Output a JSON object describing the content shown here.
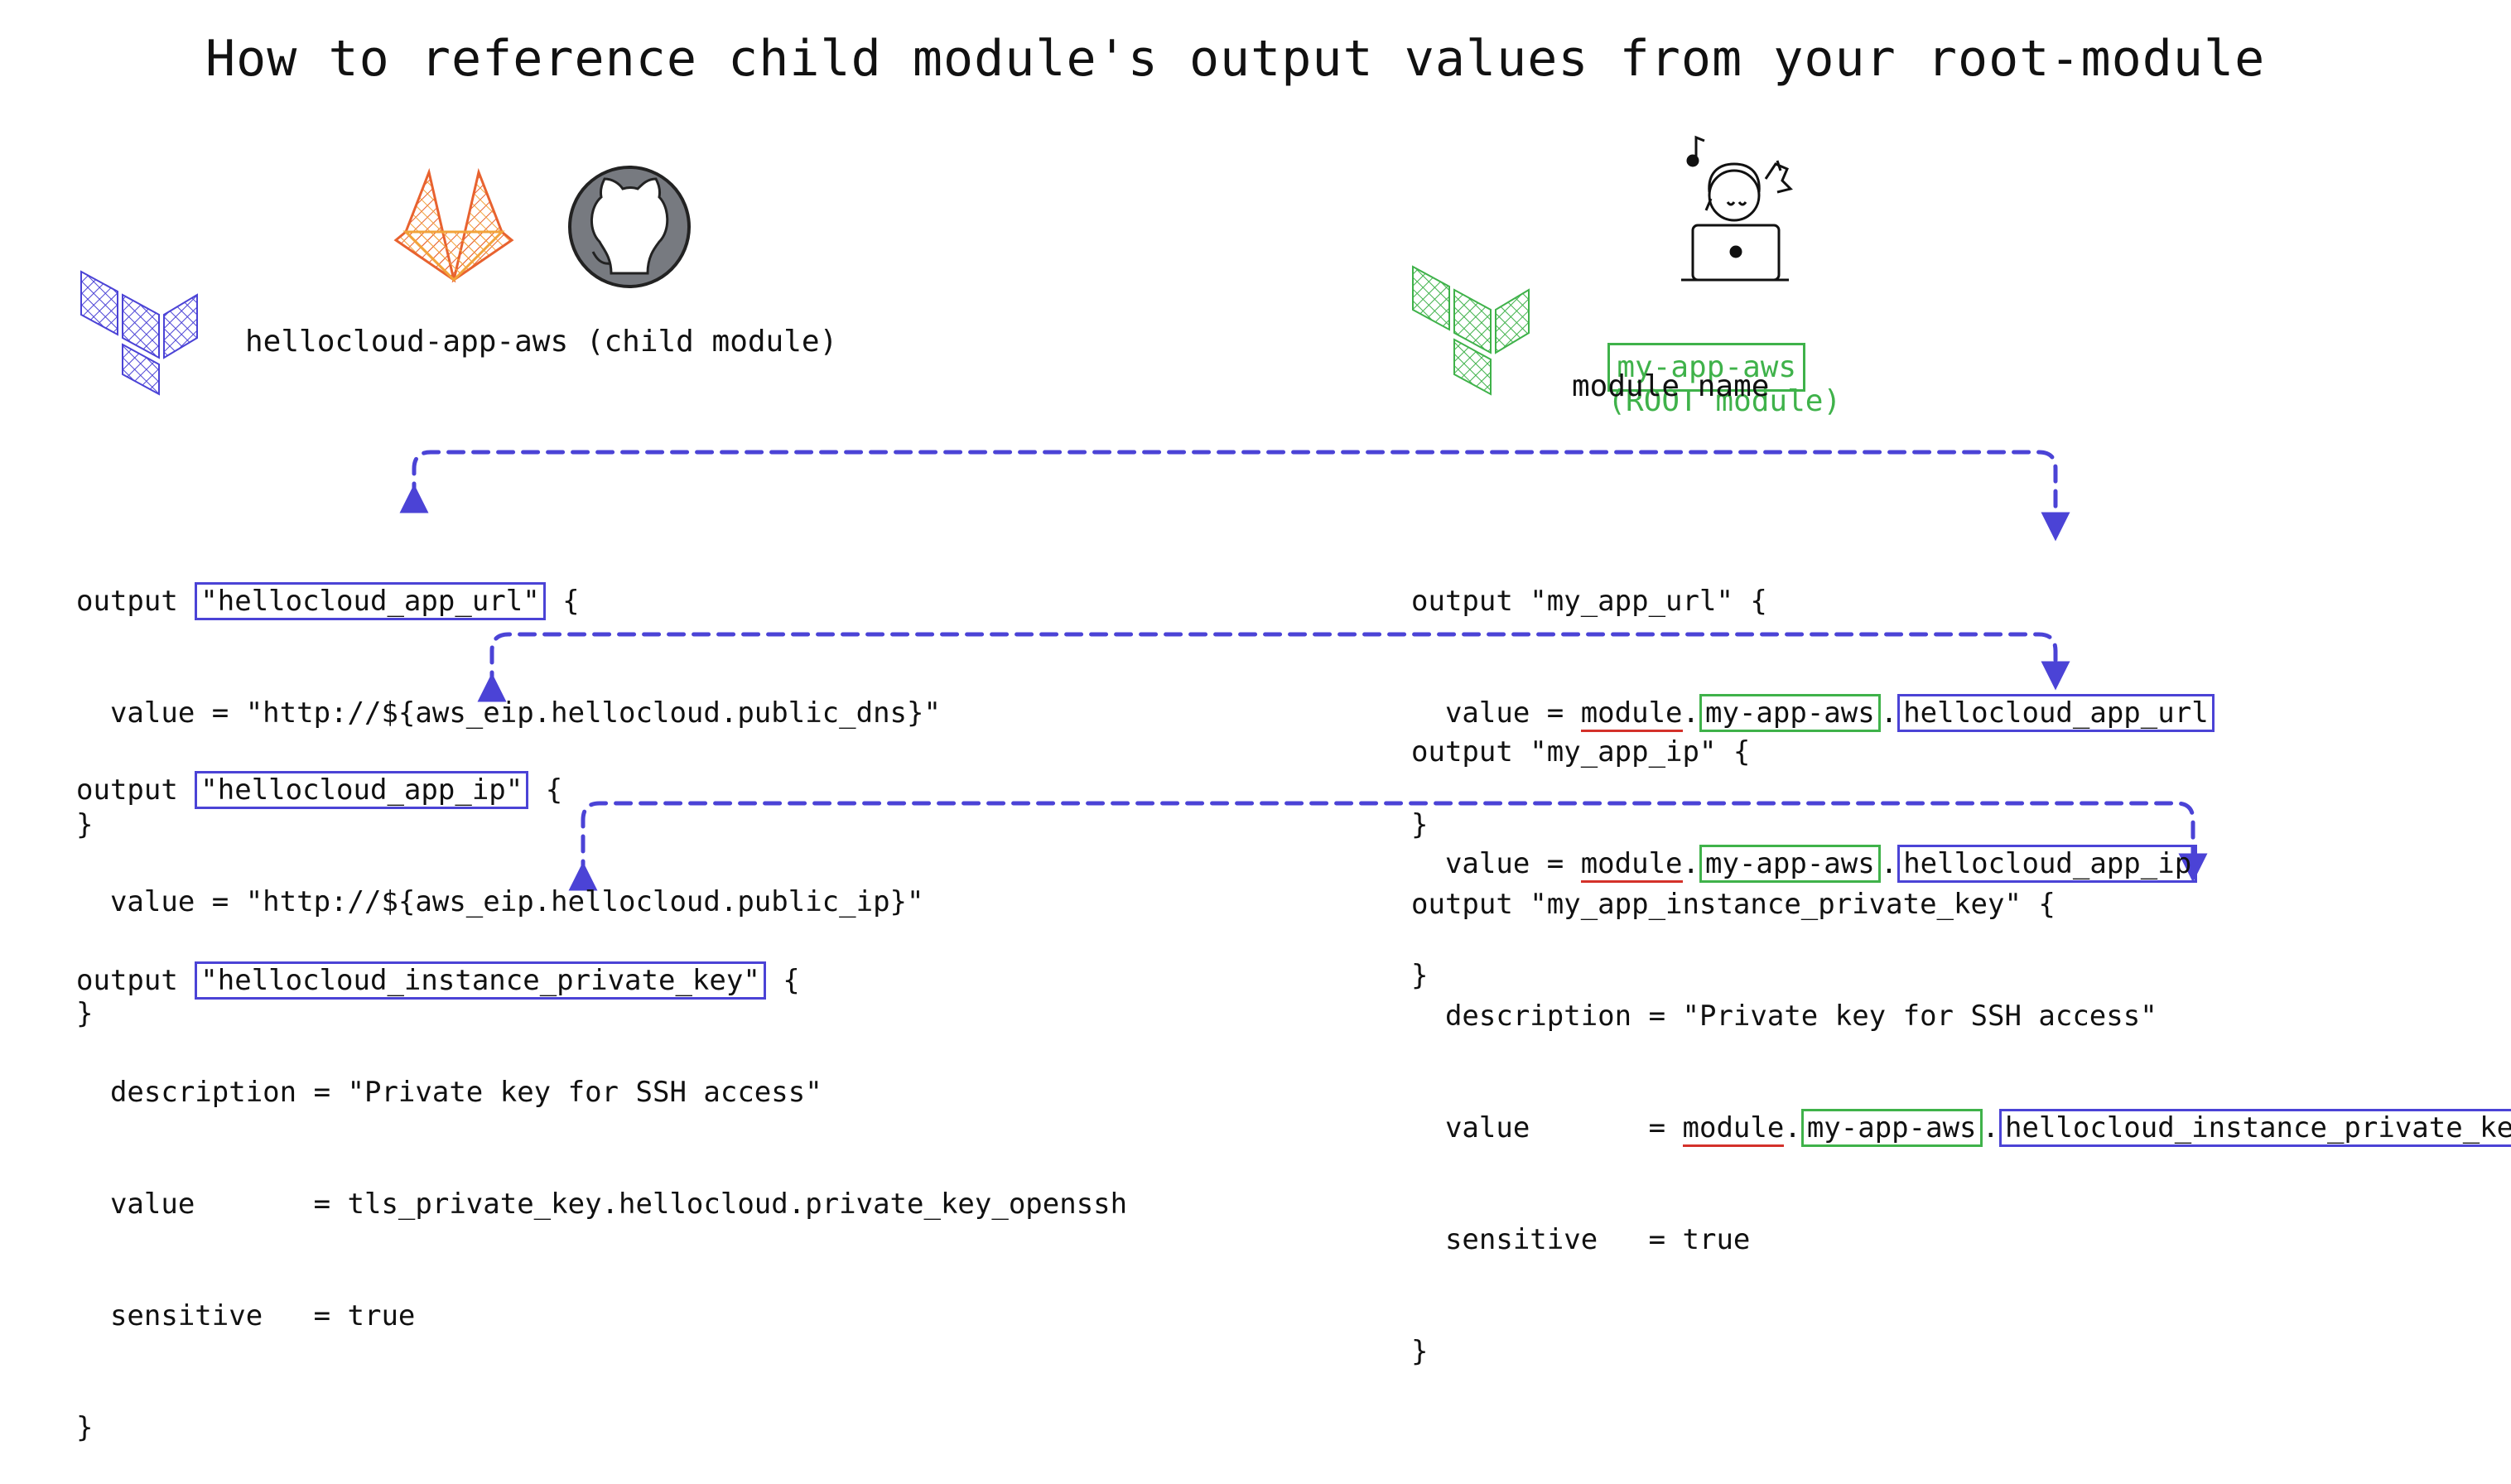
{
  "title": "How to reference child module's output values from your root-module",
  "child": {
    "label": "hellocloud-app-aws (child module)",
    "icons": [
      "terraform-logo-icon",
      "gitlab-logo-icon",
      "github-logo-icon"
    ]
  },
  "root": {
    "module_name_box": "my-app-aws",
    "module_suffix": "(ROOT module)",
    "caption": "module name",
    "icons": [
      "developer-with-laptop-icon",
      "terraform-logo-icon"
    ]
  },
  "colors": {
    "blue": "#4b43d6",
    "green": "#3fb24a",
    "red": "#d4312a"
  },
  "left_blocks": [
    {
      "head_pre": "output ",
      "head_name": "\"hellocloud_app_url\"",
      "head_post": " {",
      "body": [
        "  value = \"http://${aws_eip.hellocloud.public_dns}\""
      ],
      "close": "}"
    },
    {
      "head_pre": "output ",
      "head_name": "\"hellocloud_app_ip\"",
      "head_post": " {",
      "body": [
        "  value = \"http://${aws_eip.hellocloud.public_ip}\""
      ],
      "close": "}"
    },
    {
      "head_pre": "output ",
      "head_name": "\"hellocloud_instance_private_key\"",
      "head_post": " {",
      "body": [
        "  description = \"Private key for SSH access\"",
        "  value       = tls_private_key.hellocloud.private_key_openssh",
        "  sensitive   = true"
      ],
      "close": "}"
    }
  ],
  "right_blocks": [
    {
      "head": "output \"my_app_url\" {",
      "value_prefix": "  value = ",
      "ref_module": "module",
      "dot": ".",
      "ref_name": "my-app-aws",
      "ref_output": "hellocloud_app_url",
      "extra_before": [],
      "extra_after": [],
      "close": "}"
    },
    {
      "head": "output \"my_app_ip\" {",
      "value_prefix": "  value = ",
      "ref_module": "module",
      "dot": ".",
      "ref_name": "my-app-aws",
      "ref_output": "hellocloud_app_ip",
      "extra_before": [],
      "extra_after": [],
      "close": "}"
    },
    {
      "head": "output \"my_app_instance_private_key\" {",
      "value_prefix": "  value       = ",
      "ref_module": "module",
      "dot": ".",
      "ref_name": "my-app-aws",
      "ref_output": "hellocloud_instance_private_key",
      "extra_before": [
        "  description = \"Private key for SSH access\""
      ],
      "extra_after": [
        "  sensitive   = true"
      ],
      "close": "}"
    }
  ]
}
